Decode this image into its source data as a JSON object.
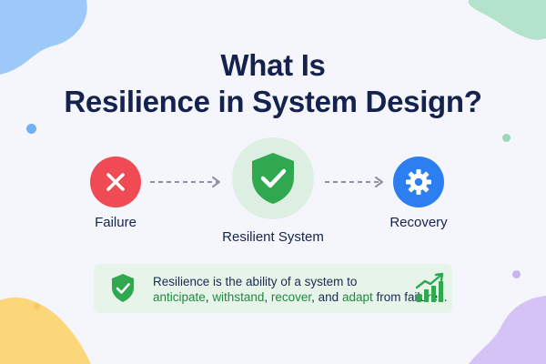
{
  "title": {
    "line1": "What Is",
    "line2": "Resilience in System Design?"
  },
  "flow": {
    "failure": {
      "label": "Failure",
      "icon": "x-icon",
      "color": "#f04b54"
    },
    "resilient": {
      "label": "Resilient System",
      "icon": "shield-check-icon",
      "color": "#2fa84f"
    },
    "recovery": {
      "label": "Recovery",
      "icon": "gear-icon",
      "color": "#2d7ef0"
    }
  },
  "info": {
    "sentence_start": "Resilience is the ability of a system to",
    "kw1": "anticipate",
    "sep1": ", ",
    "kw2": "withstand",
    "sep2": ", ",
    "kw3": "recover",
    "sep3": ", and ",
    "kw4": "adapt",
    "sentence_end": " from failures.",
    "icon": "shield-check-icon",
    "trend_icon": "growth-chart-icon",
    "accent": "#2fa84f"
  }
}
